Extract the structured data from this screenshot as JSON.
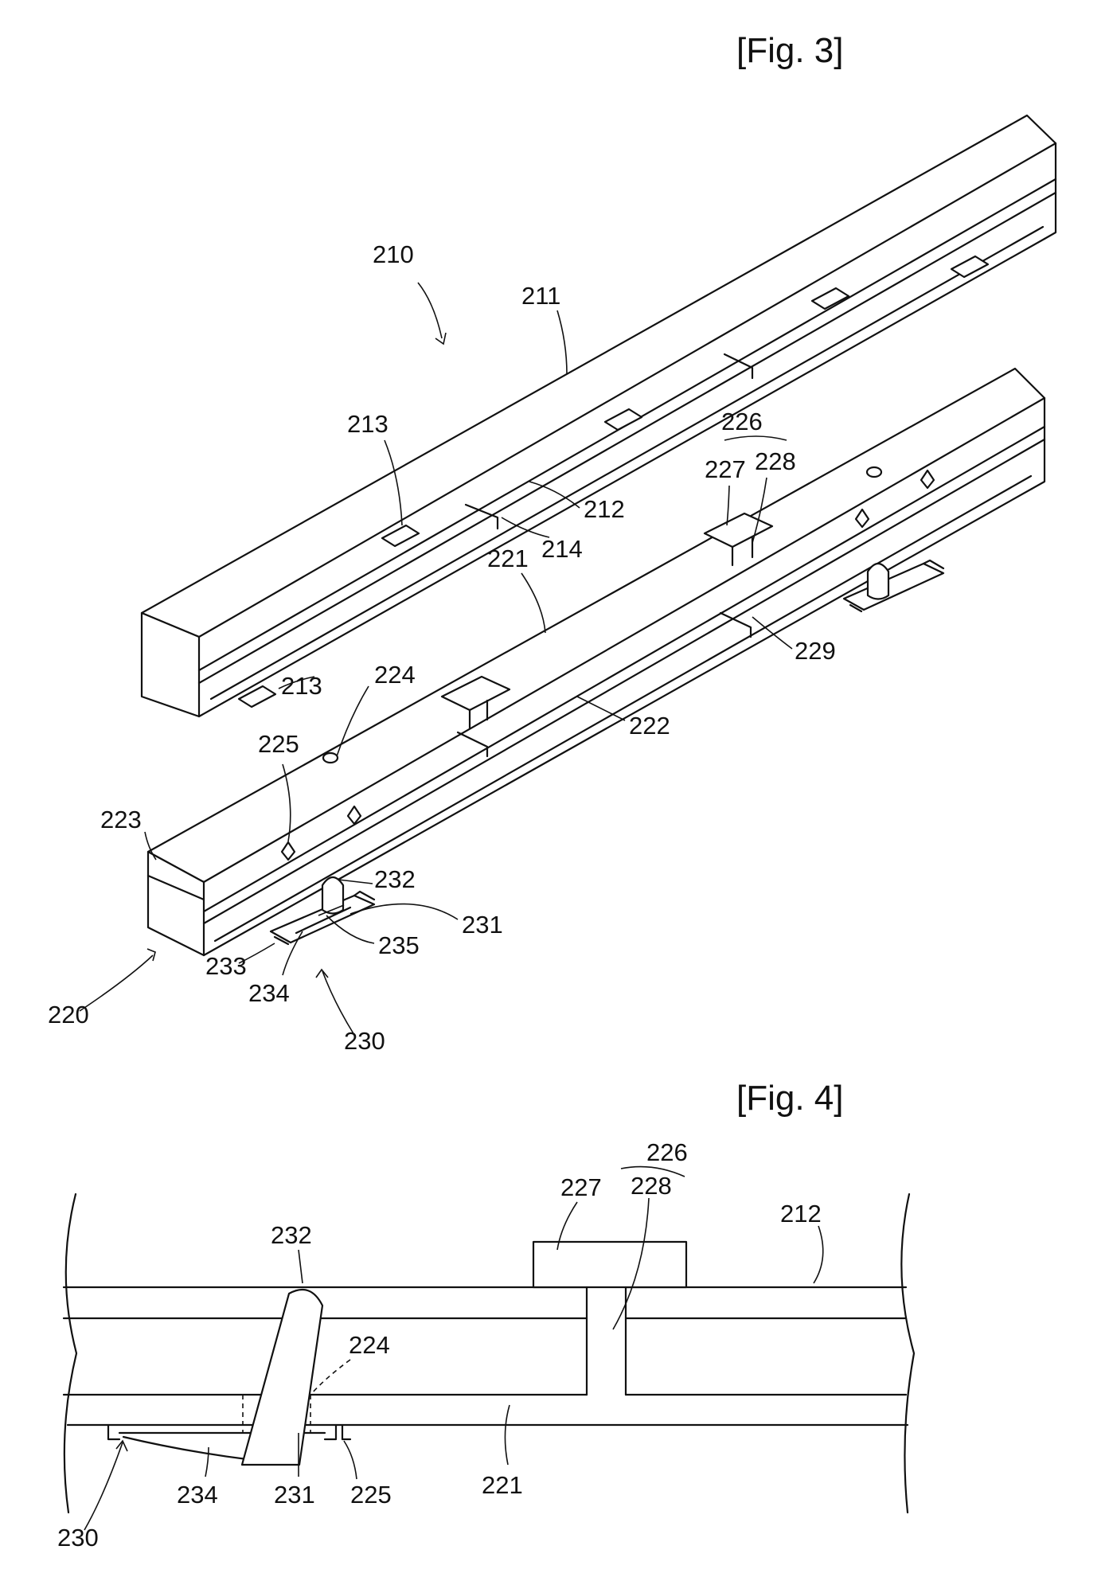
{
  "figures": [
    {
      "title": "[Fig. 3]",
      "labels": {
        "r210": "210",
        "r211": "211",
        "r213a": "213",
        "r212": "212",
        "r214": "214",
        "r226": "226",
        "r227": "227",
        "r228": "228",
        "r221": "221",
        "r229": "229",
        "r213b": "213",
        "r224": "224",
        "r222": "222",
        "r225": "225",
        "r223": "223",
        "r232": "232",
        "r231": "231",
        "r235": "235",
        "r233": "233",
        "r234": "234",
        "r220": "220",
        "r230": "230"
      }
    },
    {
      "title": "[Fig. 4]",
      "labels": {
        "r226": "226",
        "r227": "227",
        "r228": "228",
        "r212": "212",
        "r232": "232",
        "r224": "224",
        "r221": "221",
        "r230": "230",
        "r234": "234",
        "r231": "231",
        "r225": "225"
      }
    }
  ]
}
